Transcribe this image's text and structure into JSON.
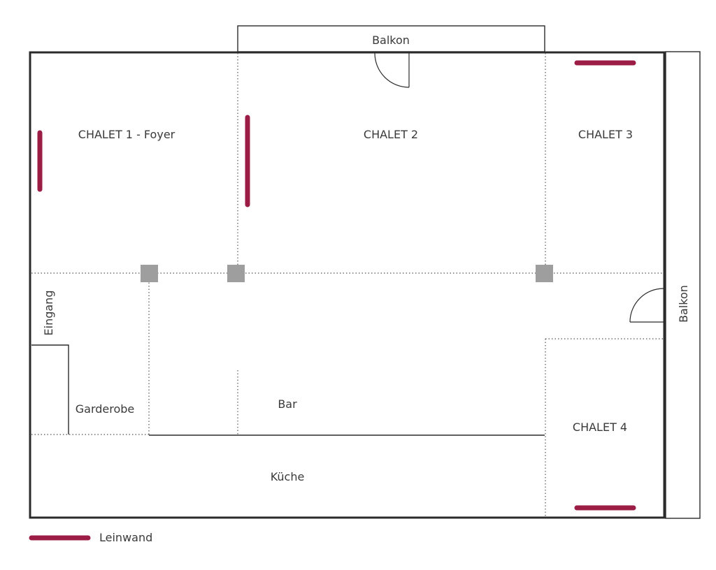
{
  "rooms": {
    "chalet1": "CHALET 1 - Foyer",
    "chalet2": "CHALET 2",
    "chalet3": "CHALET 3",
    "chalet4": "CHALET 4",
    "bar": "Bar",
    "kueche": "Küche",
    "garderobe": "Garderobe",
    "eingang": "Eingang",
    "balkon_top": "Balkon",
    "balkon_right": "Balkon"
  },
  "legend": {
    "leinwand": "Leinwand"
  },
  "colors": {
    "screen": "#9b1c45",
    "pillar": "#9e9e9e",
    "wall": "#2b2b2b"
  }
}
